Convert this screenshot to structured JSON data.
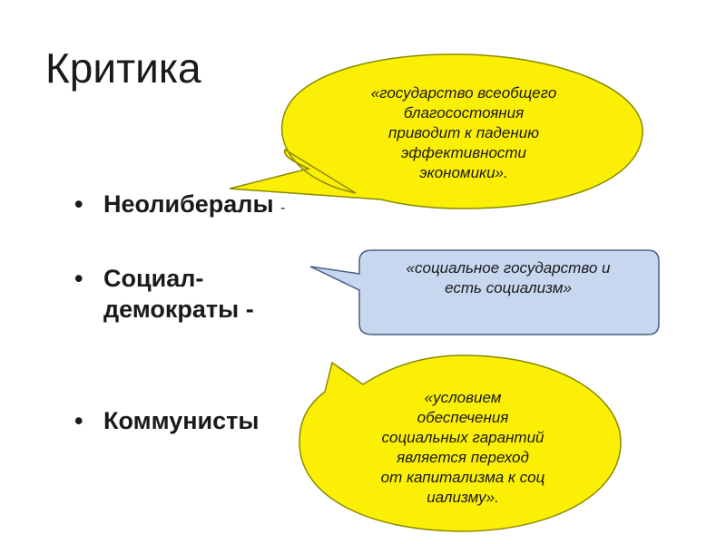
{
  "title": "Критика",
  "bullets": {
    "neoliberals": {
      "label": "Неолибералы",
      "dash": "-"
    },
    "social_democrats": {
      "line1": "Социал-",
      "line2": "демократы",
      "dash": "-"
    },
    "communists": {
      "label": "Коммунисты"
    }
  },
  "callouts": {
    "neoliberal": {
      "color": "#fcef06",
      "lines": [
        "«государство всеобщего",
        "благосостояния",
        "приводит к падению",
        "эффективности",
        "экономики»."
      ]
    },
    "social_democrat": {
      "color": "#c7d7ef",
      "lines": [
        "«социальное государство и",
        "есть социализм»"
      ]
    },
    "communist": {
      "color": "#fcef06",
      "lines": [
        "«условием",
        "обеспечения",
        "социальных гарантий",
        "является переход",
        "от капитализма к соц",
        "иализму»."
      ]
    }
  }
}
